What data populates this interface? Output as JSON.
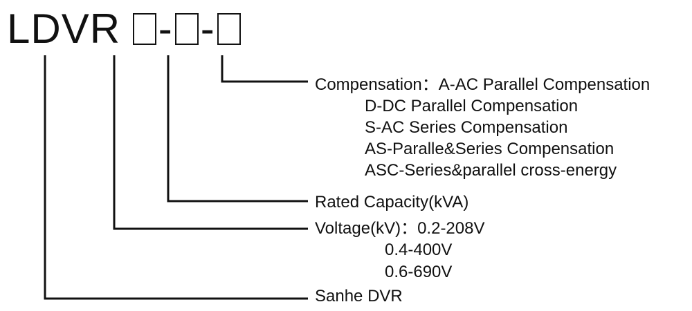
{
  "code": {
    "prefix": "LDVR",
    "separator": "-"
  },
  "branches": {
    "compensation": {
      "label": "Compensation",
      "colon": "：",
      "options": [
        "A-AC Parallel Compensation",
        "D-DC Parallel Compensation",
        "S-AC Series Compensation",
        "AS-Paralle&Series Compensation",
        "ASC-Series&parallel  cross-energy"
      ]
    },
    "capacity": {
      "label": "Rated Capacity(kVA)"
    },
    "voltage": {
      "label": "Voltage(kV)",
      "colon": "：",
      "options": [
        "0.2-208V",
        "0.4-400V",
        "0.6-690V"
      ]
    },
    "product": {
      "label": "Sanhe DVR"
    }
  }
}
